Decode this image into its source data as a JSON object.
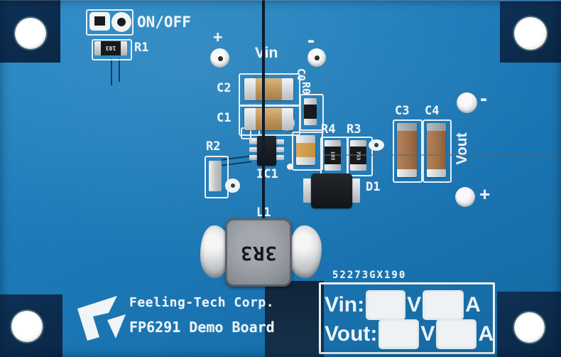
{
  "board": {
    "company": "Feeling-Tech Corp.",
    "product": "FP6291 Demo Board",
    "serial": "52273GX190",
    "colors": {
      "pcb_blue": "#1d7cb9",
      "corner_navy": "#0c2c4e",
      "silkscreen": "#eef3f6"
    }
  },
  "labels": {
    "on_off": "ON/OFF",
    "r1": "R1",
    "plus_in": "+",
    "vin": "Vin",
    "minus_in": "-",
    "c2": "C2",
    "c1": "C1",
    "c0": "C0",
    "r0": "R0",
    "r2": "R2",
    "ic1": "IC1",
    "r4": "R4",
    "r3": "R3",
    "d1": "D1",
    "c3": "C3",
    "c4": "C4",
    "minus_out": "-",
    "vout": "Vout",
    "plus_out": "+",
    "l1": "L1"
  },
  "markings": {
    "r1": "103",
    "r4": "103",
    "r3": "753",
    "l1": "3R3"
  },
  "table": {
    "rows": [
      {
        "label": "Vin:",
        "unit_v": "V",
        "unit_a": "A"
      },
      {
        "label": "Vout:",
        "unit_v": "V",
        "unit_a": "A"
      }
    ]
  }
}
